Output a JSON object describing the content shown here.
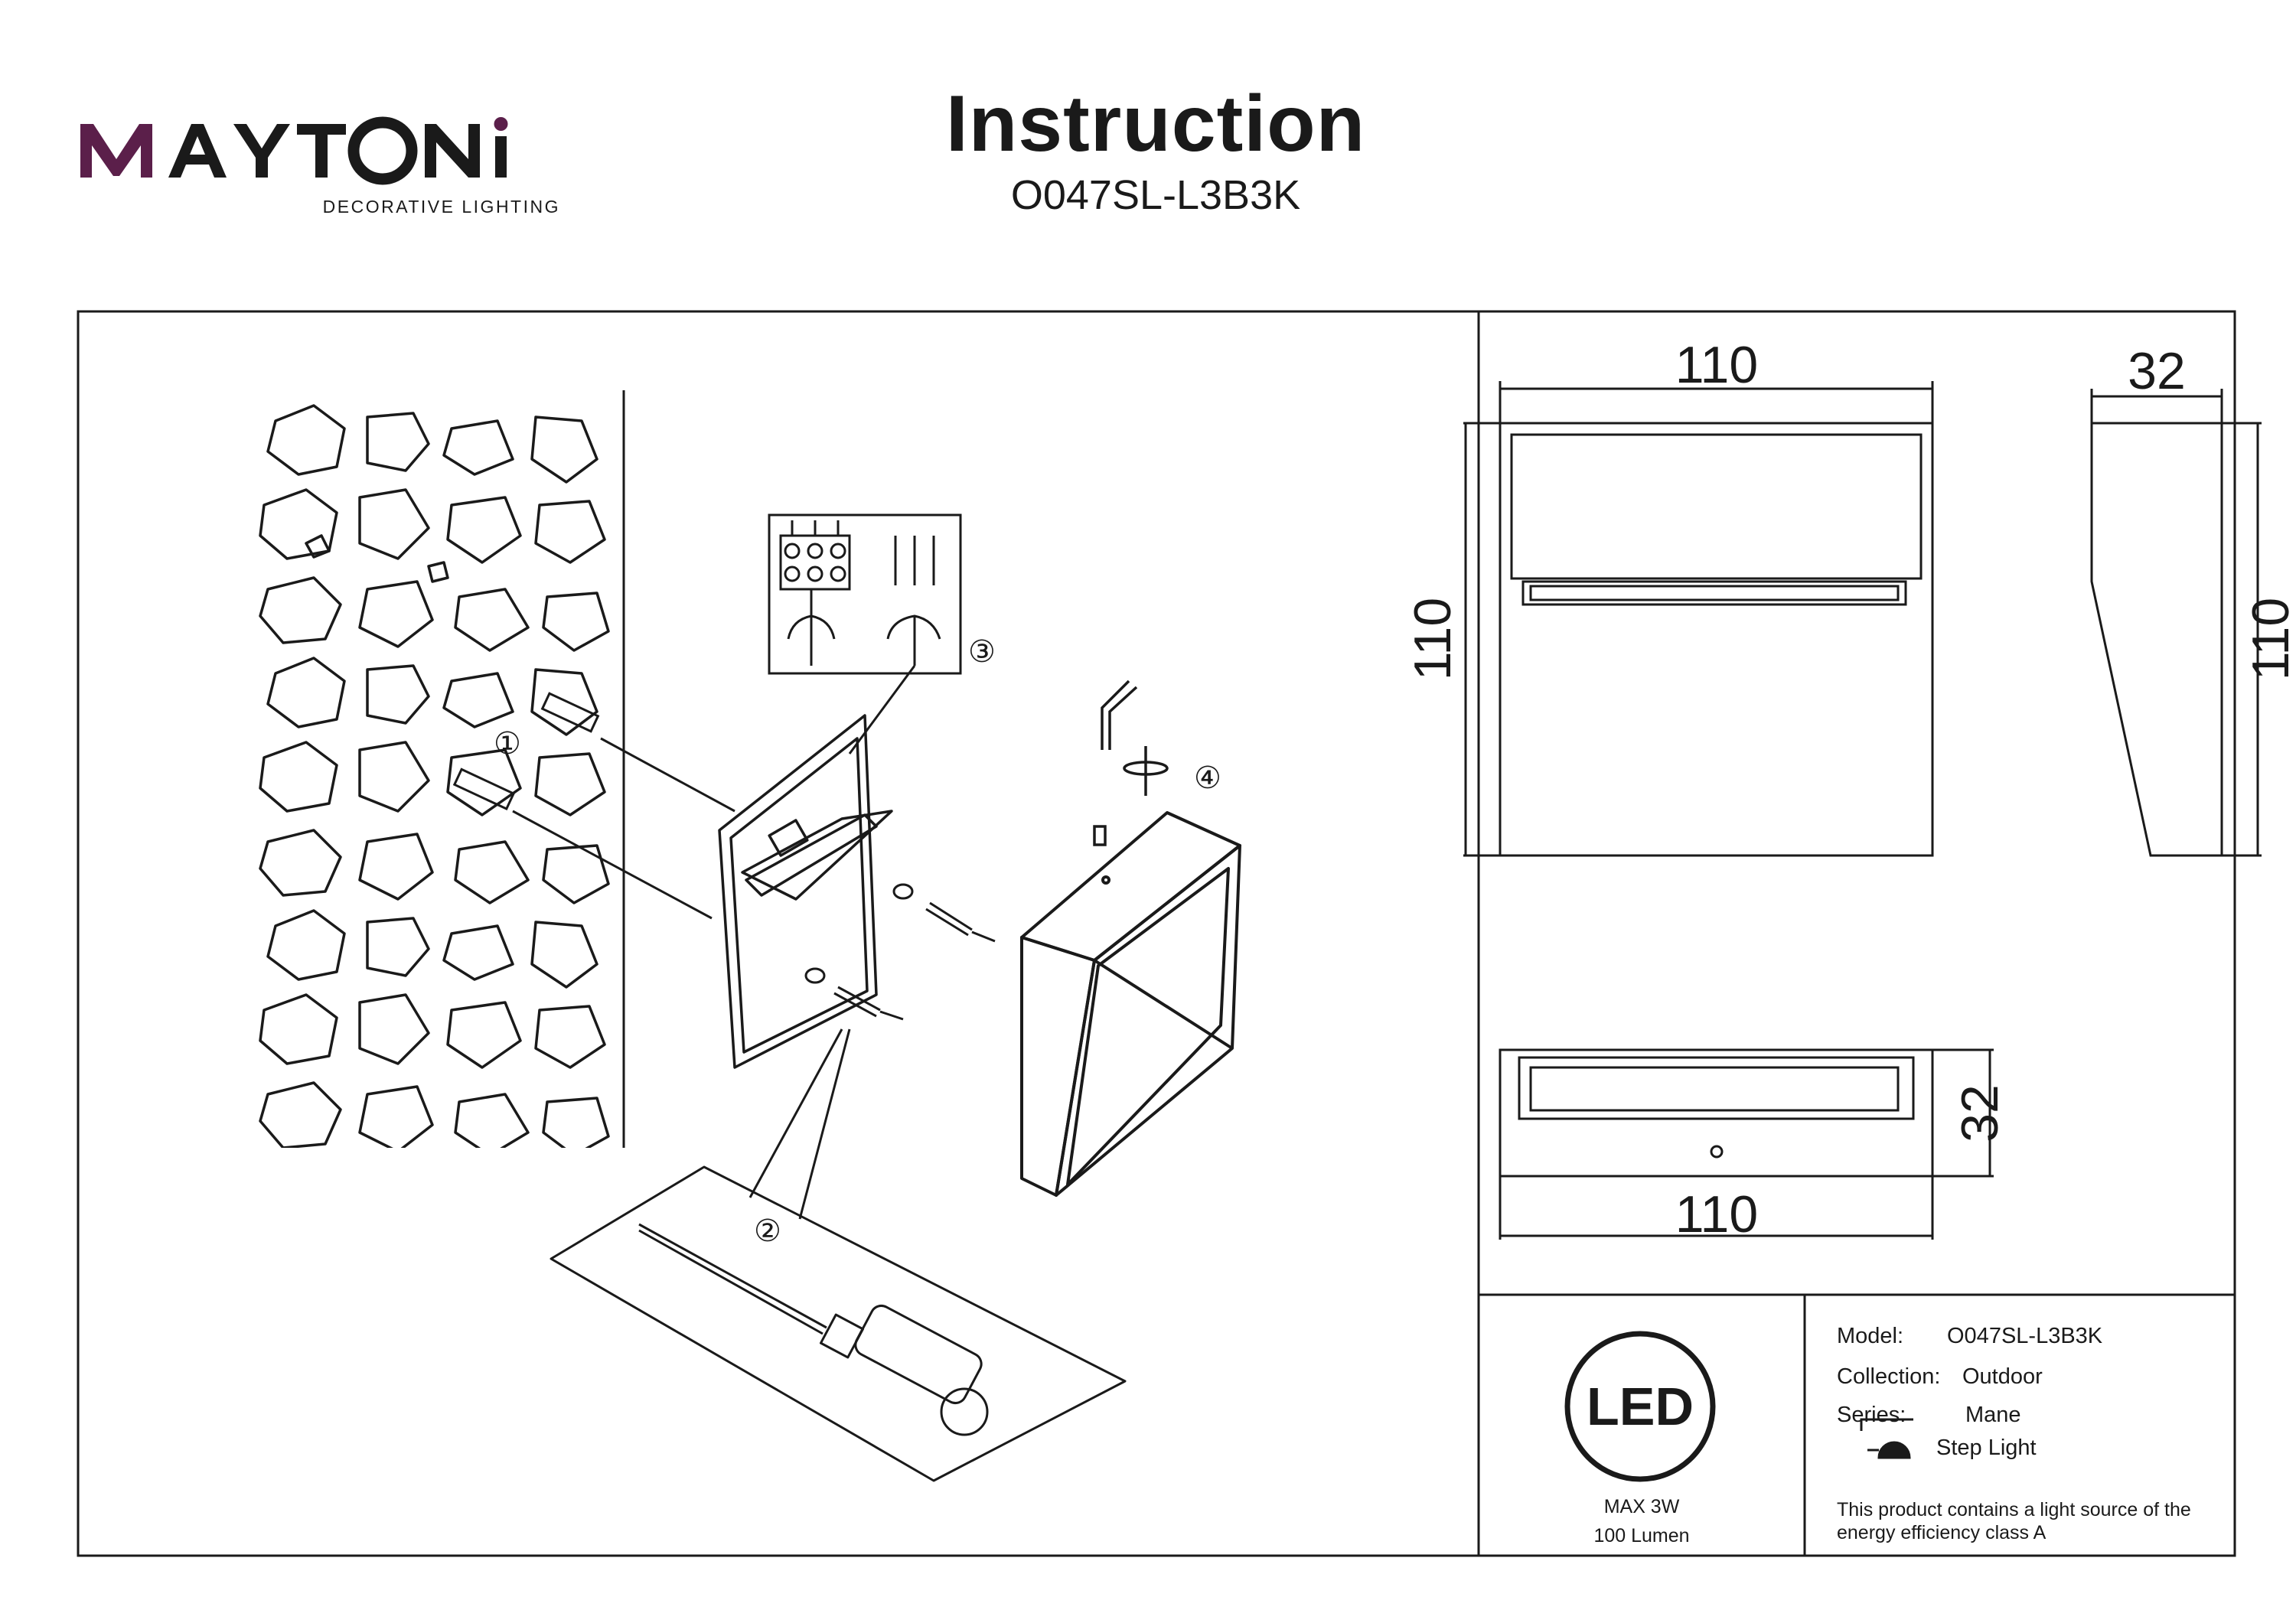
{
  "brand": {
    "name": "MAYTONI",
    "tagline": "DECORATIVE LIGHTING",
    "accent_color": "#5b1f4a"
  },
  "header": {
    "title": "Instruction",
    "model_code": "O047SL-L3B3K"
  },
  "assembly": {
    "steps": [
      "①",
      "②",
      "③",
      "④"
    ],
    "icons": [
      "stone-wall",
      "mounting-plate",
      "wall-plug",
      "screw",
      "washer",
      "terminal-block",
      "screwdriver",
      "hex-key",
      "lamp-housing"
    ]
  },
  "dimensions": {
    "front_width": "110",
    "front_height": "110",
    "side_depth": "32",
    "side_height": "110",
    "bottom_depth": "32",
    "bottom_width": "110"
  },
  "info": {
    "led_logo": "LED",
    "power": "MAX 3W",
    "luminous_flux": "100 Lumen",
    "model_label": "Model:",
    "model_value": "O047SL-L3B3K",
    "collection_label": "Collection:",
    "collection_value": "Outdoor",
    "series_label": "Series:",
    "series_value": "Mane",
    "type_icon": "step-light-icon",
    "type_value": "Step Light",
    "energy_note_line1": "This product contains a light source of the",
    "energy_note_line2": "energy efficiency class A"
  }
}
